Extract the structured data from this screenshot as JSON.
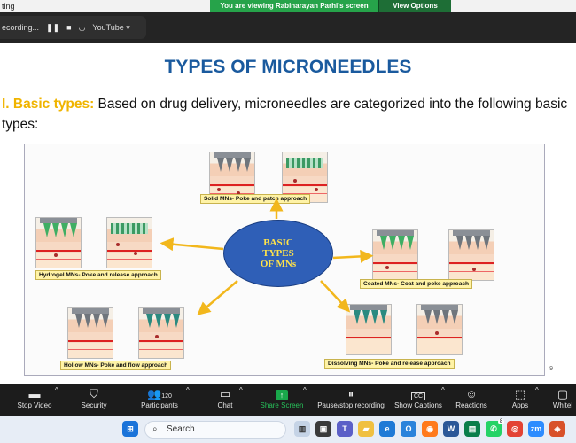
{
  "window": {
    "title_fragment": "ting"
  },
  "share_banner": {
    "message": "You are viewing Rabinarayan Parhi's screen",
    "options_label": "View Options"
  },
  "recording": {
    "status": "ecording...",
    "pause_icon": "pause-icon",
    "stop_icon": "stop-icon",
    "live_icon": "live-stream-icon",
    "stream_label": "YouTube ▾"
  },
  "slide": {
    "title": "TYPES OF MICRONEEDLES",
    "intro_highlight": "I. Basic types:",
    "intro_text": " Based on drug delivery, microneedles are categorized into the following basic types:",
    "center_line1": "BASIC",
    "center_line2": "TYPES",
    "center_line3": "OF MNs",
    "labels": {
      "solid": "Solid MNs- Poke and patch approach",
      "coated": "Coated MNs- Coat and poke approach",
      "dissolving": "Dissolving MNs- Poke and release approach",
      "hollow": "Hollow MNs- Poke and flow approach",
      "hydrogel": "Hydrogel MNs- Poke and release approach"
    },
    "page_number": "9"
  },
  "toolbar": {
    "items": [
      {
        "label": "Stop Video",
        "icon": "video-camera-icon"
      },
      {
        "label": "Security",
        "icon": "shield-icon"
      },
      {
        "label": "Participants",
        "icon": "people-icon",
        "count": "120"
      },
      {
        "label": "Chat",
        "icon": "chat-bubble-icon"
      },
      {
        "label": "Share Screen",
        "icon": "share-screen-icon"
      },
      {
        "label": "Pause/stop recording",
        "icon": "pause-recording-icon"
      },
      {
        "label": "Show Captions",
        "icon": "captions-icon"
      },
      {
        "label": "Reactions",
        "icon": "reactions-icon"
      },
      {
        "label": "Apps",
        "icon": "apps-icon"
      },
      {
        "label": "Whitel",
        "icon": "whiteboard-icon"
      }
    ]
  },
  "taskbar": {
    "search_placeholder": "Search",
    "whatsapp_badge": "8"
  },
  "colors": {
    "slide_title": "#1a5a9e",
    "highlight": "#f0b400",
    "share_green": "#26a34a",
    "oval_blue": "#2f5fb7"
  }
}
